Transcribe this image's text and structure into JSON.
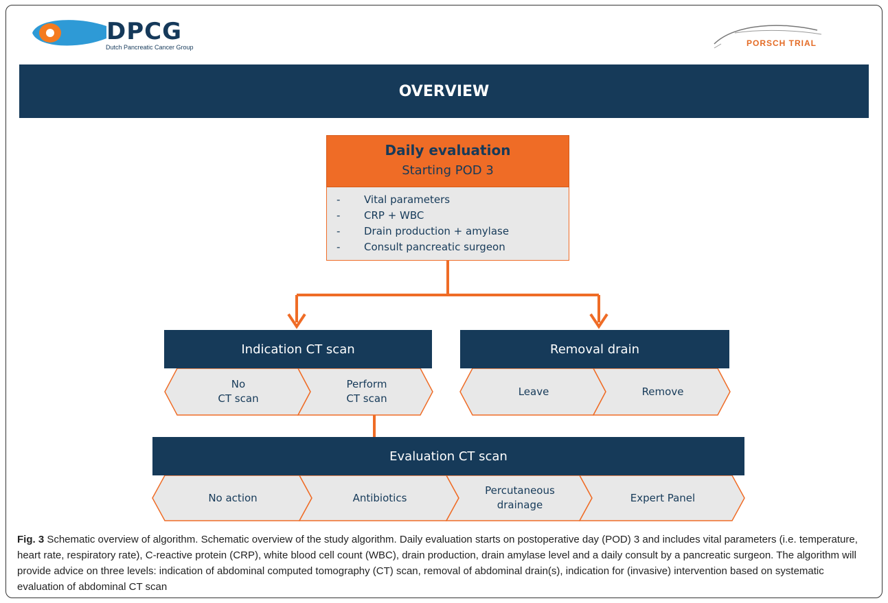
{
  "logos": {
    "left_name": "DPCG",
    "left_subtitle": "Dutch Pancreatic Cancer Group",
    "right_name": "PORSCH TRIAL"
  },
  "banner": {
    "title": "OVERVIEW"
  },
  "daily": {
    "title": "Daily evaluation",
    "subtitle": "Starting POD 3",
    "items": [
      "Vital parameters",
      "CRP + WBC",
      "Drain production + amylase",
      "Consult pancreatic surgeon"
    ],
    "dash": "-"
  },
  "indication": {
    "title": "Indication CT scan",
    "options": [
      "No\nCT scan",
      "Perform\nCT scan"
    ]
  },
  "removal": {
    "title": "Removal drain",
    "options": [
      "Leave",
      "Remove"
    ]
  },
  "evaluation": {
    "title": "Evaluation CT scan",
    "options": [
      "No action",
      "Antibiotics",
      "Percutaneous\ndrainage",
      "Expert Panel"
    ]
  },
  "caption": {
    "label": "Fig. 3",
    "text": " Schematic overview of algorithm. Schematic overview of the study algorithm. Daily evaluation starts on postoperative day (POD) 3 and includes vital parameters (i.e. temperature, heart rate, respiratory rate), C-reactive protein (CRP), white blood cell count (WBC), drain production, drain amylase level and a daily consult by a pancreatic surgeon. The algorithm will provide advice on three levels: indication of abdominal computed tomography (CT) scan, removal of abdominal drain(s), indication for (invasive) intervention based on systematic evaluation of abdominal CT scan"
  },
  "colors": {
    "navy": "#163a59",
    "orange": "#ef6c26",
    "hex_fill": "#e8e8e8",
    "hex_stroke": "#ef6c26"
  }
}
